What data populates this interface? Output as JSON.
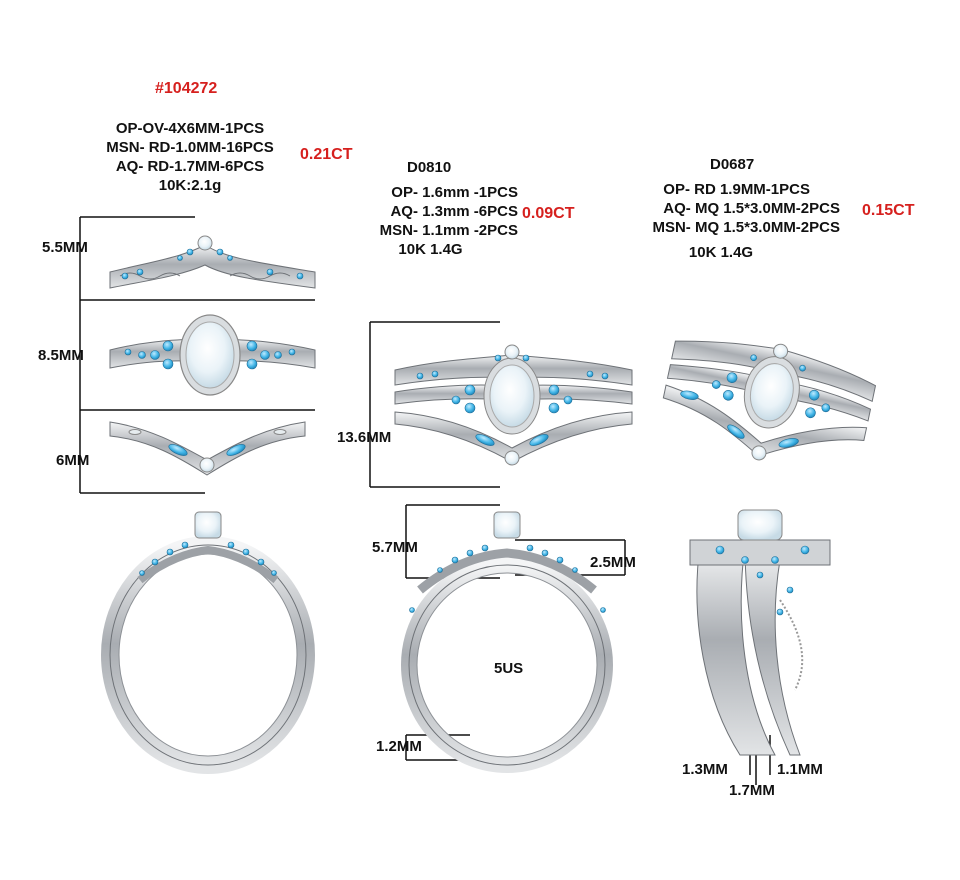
{
  "left": {
    "code": "#104272",
    "specs": [
      "OP-OV-4X6MM-1PCS",
      "MSN- RD-1.0MM-16PCS",
      "AQ- RD-1.7MM-6PCS",
      "10K:2.1g"
    ],
    "carat": "0.21CT",
    "dims": {
      "top": "5.5MM",
      "middle": "8.5MM",
      "bottom": "6MM"
    }
  },
  "middle": {
    "code": "D0810",
    "specs": [
      "OP- 1.6mm -1PCS",
      "AQ- 1.3mm -6PCS",
      "MSN- 1.1mm -2PCS",
      "10K  1.4G"
    ],
    "carat": "0.09CT",
    "dims": {
      "stack_height": "13.6MM",
      "head_height": "5.7MM",
      "head_width": "2.5MM",
      "size": "5US",
      "band_thickness": "1.2MM"
    }
  },
  "right": {
    "code": "D0687",
    "specs": [
      "OP- RD 1.9MM-1PCS",
      "AQ- MQ 1.5*3.0MM-2PCS",
      "MSN- MQ 1.5*3.0MM-2PCS",
      "10K  1.4G"
    ],
    "carat": "0.15CT",
    "dims": {
      "band_a": "1.3MM",
      "band_b": "1.7MM",
      "band_c": "1.1MM"
    }
  },
  "colors": {
    "accent": "#d6201e",
    "stone_blue": "#3fb4e6",
    "opal": "#eef6fb",
    "metal": "#c9ccd0"
  }
}
